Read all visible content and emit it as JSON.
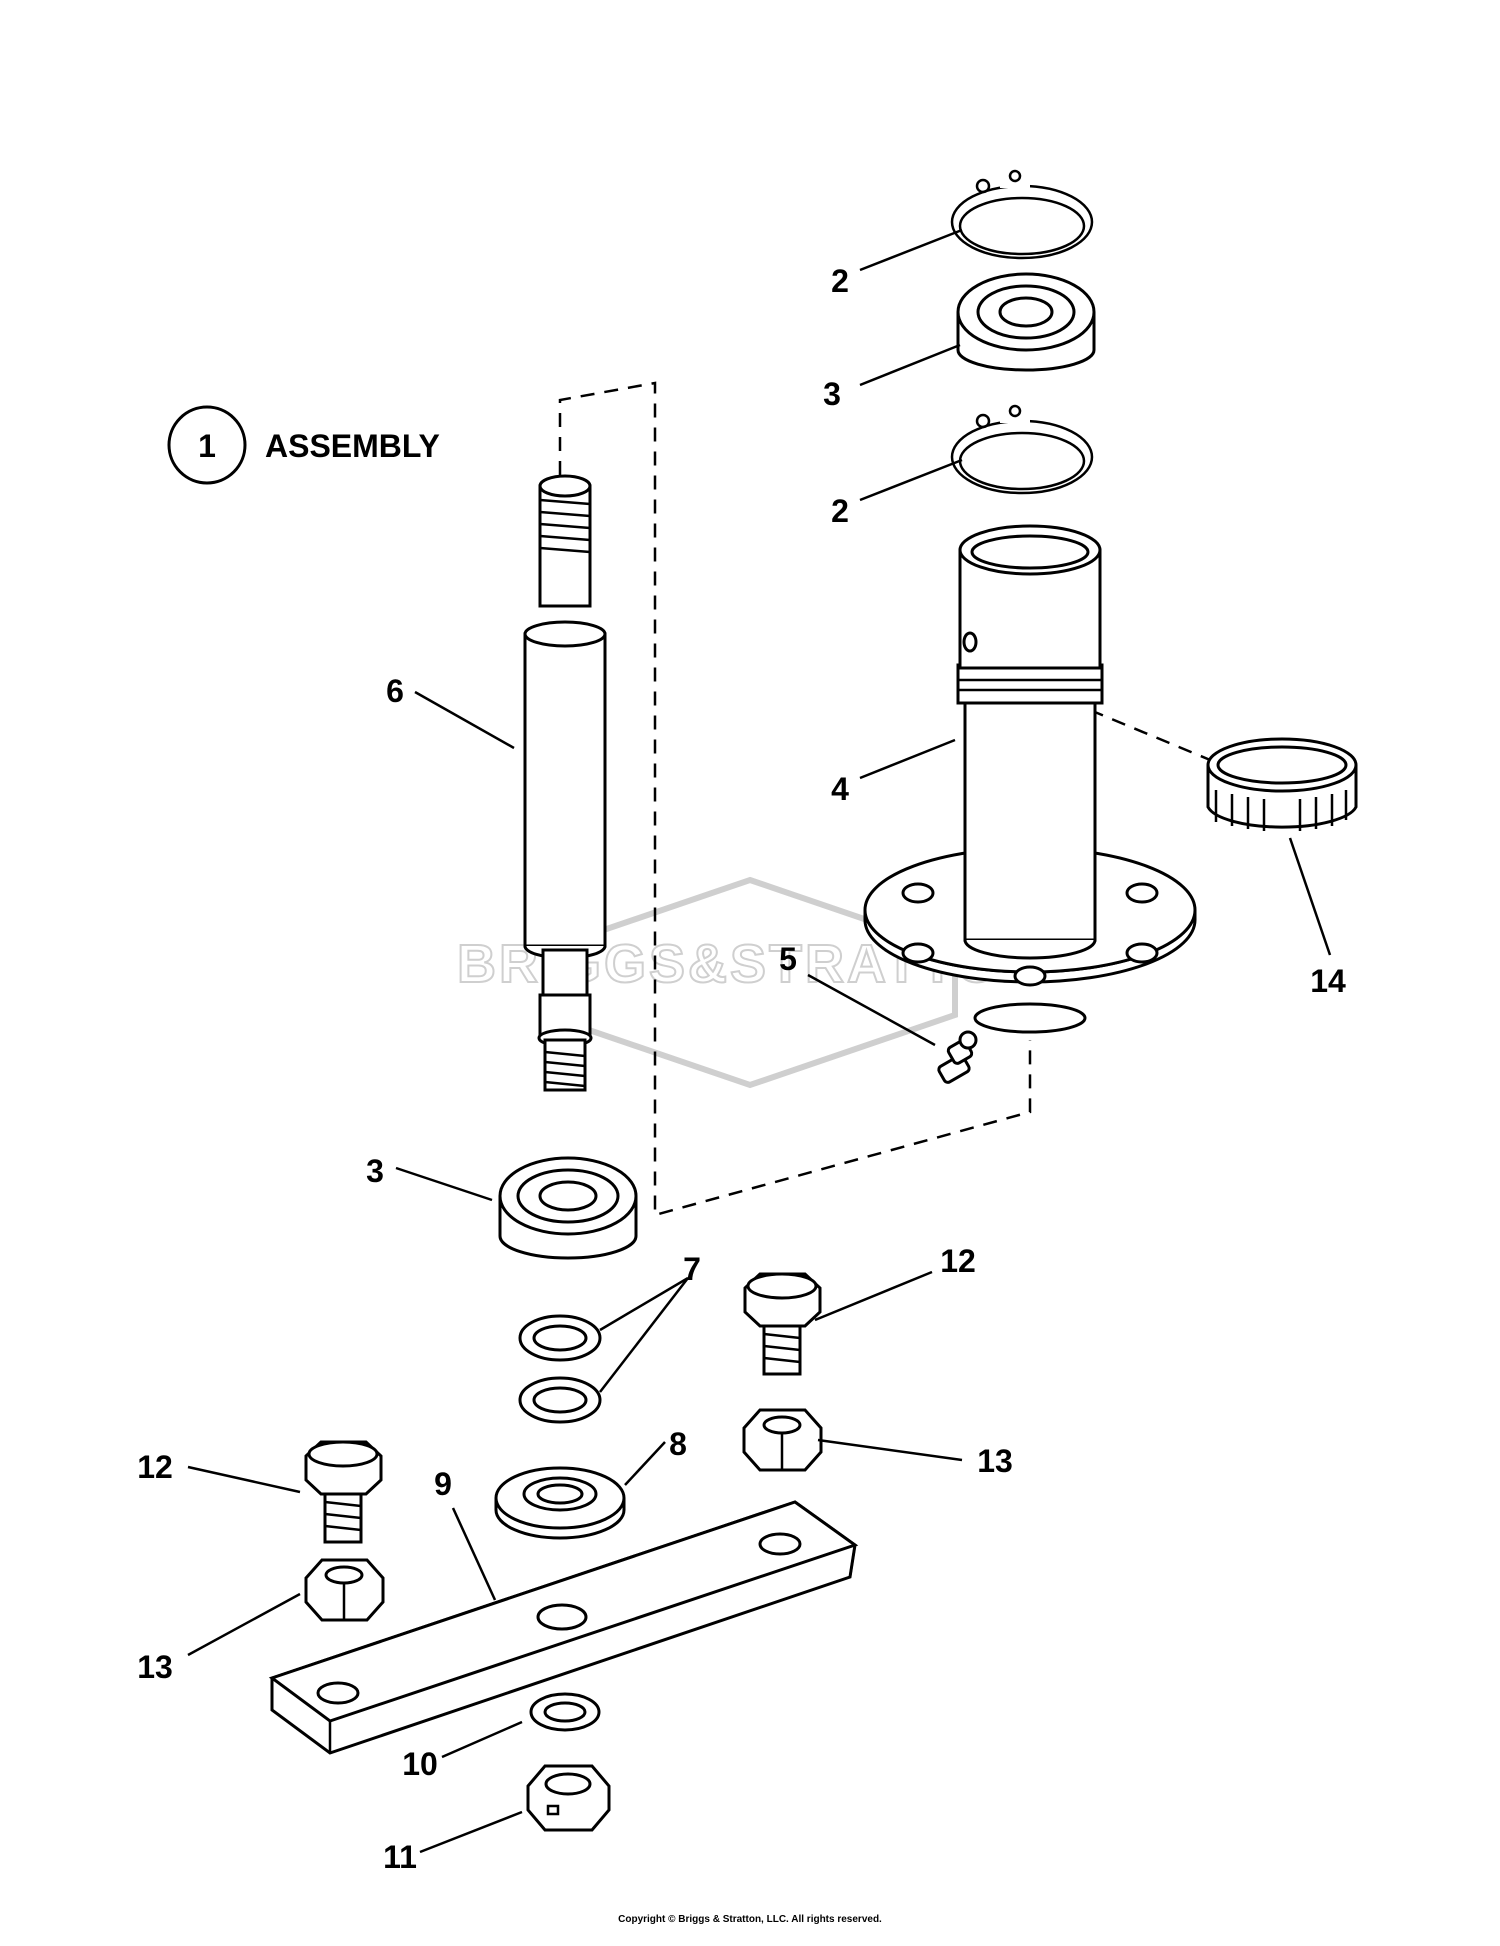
{
  "assembly": {
    "number": "1",
    "label": "ASSEMBLY"
  },
  "watermark": {
    "brand": "BRIGGS&STRATTON"
  },
  "callouts": {
    "c2_top": "2",
    "c3_top": "3",
    "c2_mid": "2",
    "c4": "4",
    "c14": "14",
    "c5": "5",
    "c6": "6",
    "c3_low": "3",
    "c7": "7",
    "c12_right": "12",
    "c13_right": "13",
    "c12_left": "12",
    "c13_left": "13",
    "c8": "8",
    "c9": "9",
    "c10": "10",
    "c11": "11"
  },
  "copyright": "Copyright © Briggs & Stratton, LLC. All rights reserved."
}
